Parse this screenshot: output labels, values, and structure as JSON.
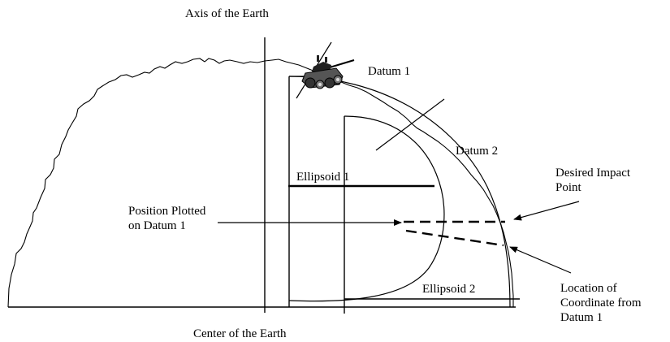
{
  "labels": {
    "axis_of_earth": "Axis of the Earth",
    "center_of_earth": "Center of the Earth",
    "datum1": "Datum 1",
    "datum2": "Datum 2",
    "ellipsoid1": "Ellipsoid 1",
    "ellipsoid2": "Ellipsoid 2",
    "position_plotted": [
      "Position Plotted",
      "on Datum 1"
    ],
    "desired_impact": [
      "Desired Impact",
      "Point"
    ],
    "location_coord": [
      "Location of",
      "Coordinate from",
      "Datum 1"
    ]
  },
  "colors": {
    "ink": "#000000",
    "background": "#ffffff"
  },
  "icons": {
    "vehicle": "tracked-vehicle-icon"
  }
}
